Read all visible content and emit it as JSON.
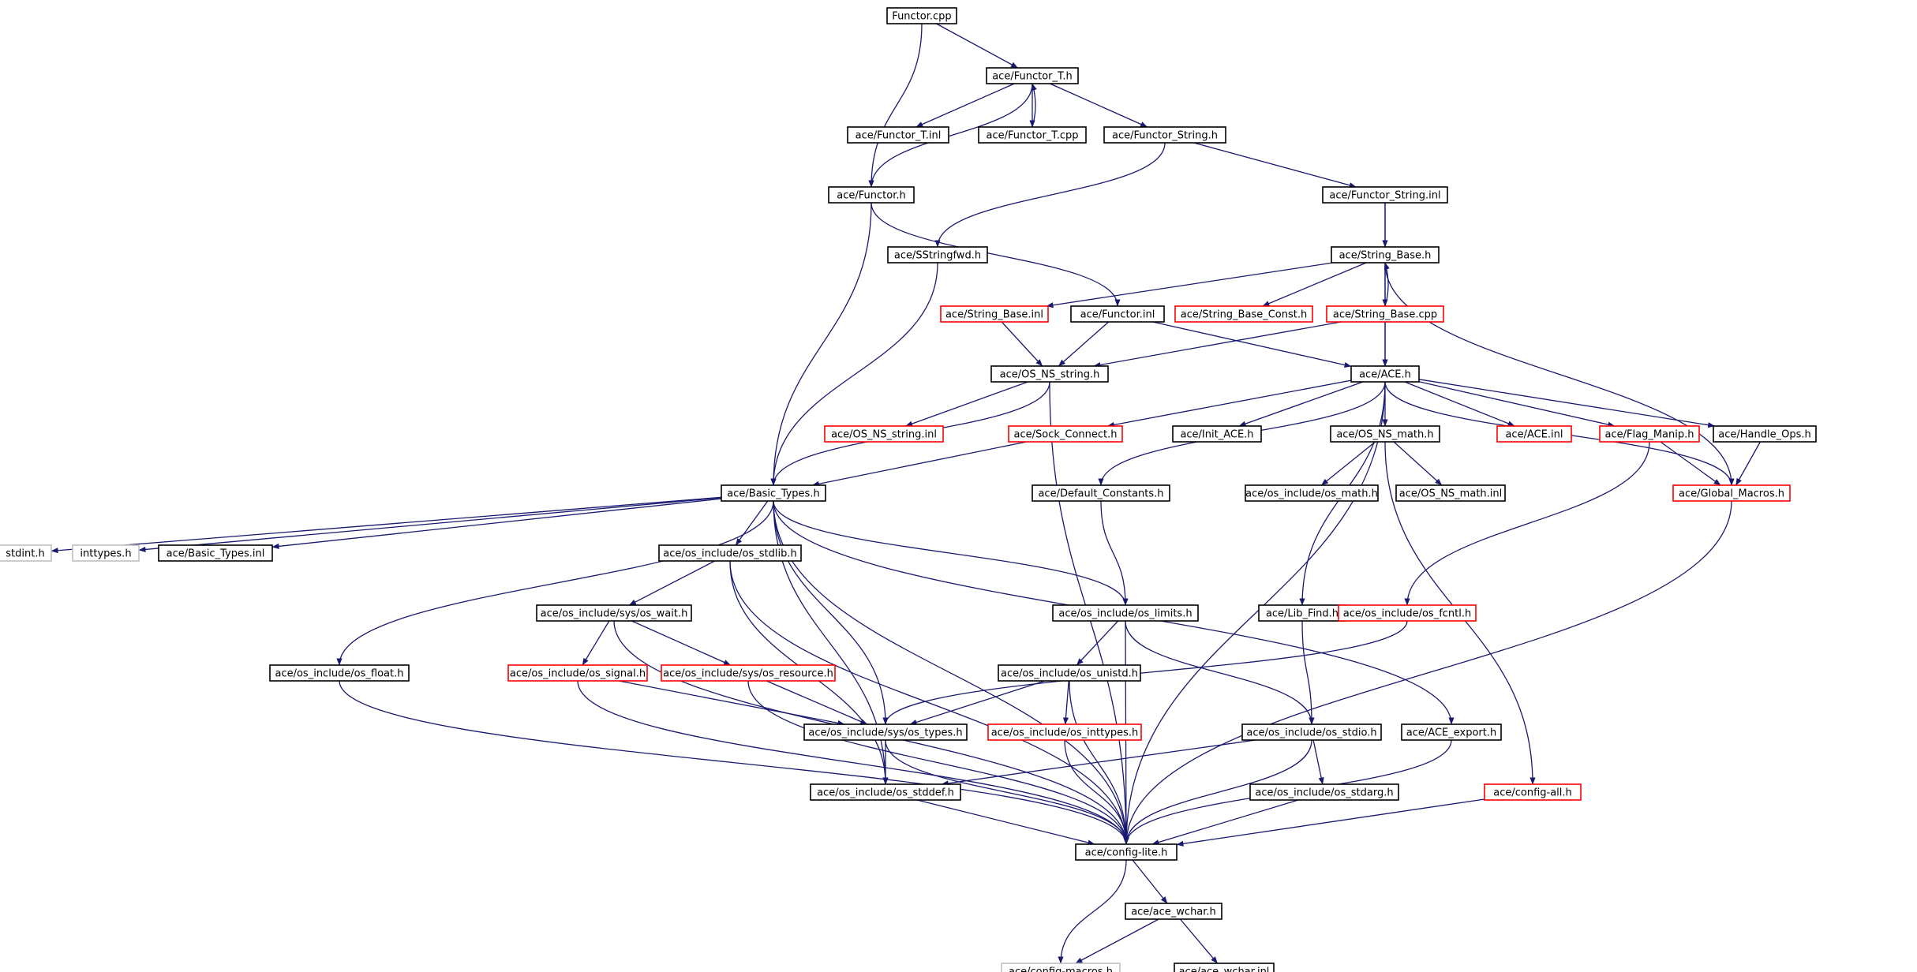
{
  "colors": {
    "edge": "#191970",
    "border_normal": "#000000",
    "border_truncated": "#ff0000",
    "border_external": "#bfbfbf",
    "fill_root": "#bfbfbf",
    "fill_default": "#ffffff"
  },
  "nodes": [
    {
      "id": "functor_cpp",
      "label": "Functor.cpp",
      "kind": "root"
    },
    {
      "id": "functor_t_h",
      "label": "ace/Functor_T.h",
      "kind": "normal"
    },
    {
      "id": "functor_t_inl",
      "label": "ace/Functor_T.inl",
      "kind": "normal"
    },
    {
      "id": "functor_t_cpp",
      "label": "ace/Functor_T.cpp",
      "kind": "normal"
    },
    {
      "id": "functor_string_h",
      "label": "ace/Functor_String.h",
      "kind": "normal"
    },
    {
      "id": "functor_h",
      "label": "ace/Functor.h",
      "kind": "normal"
    },
    {
      "id": "functor_string_inl",
      "label": "ace/Functor_String.inl",
      "kind": "normal"
    },
    {
      "id": "sstringfwd_h",
      "label": "ace/SStringfwd.h",
      "kind": "normal"
    },
    {
      "id": "string_base_h",
      "label": "ace/String_Base.h",
      "kind": "normal"
    },
    {
      "id": "string_base_inl",
      "label": "ace/String_Base.inl",
      "kind": "truncated"
    },
    {
      "id": "functor_inl",
      "label": "ace/Functor.inl",
      "kind": "normal"
    },
    {
      "id": "string_base_const_h",
      "label": "ace/String_Base_Const.h",
      "kind": "truncated"
    },
    {
      "id": "string_base_cpp",
      "label": "ace/String_Base.cpp",
      "kind": "truncated"
    },
    {
      "id": "os_ns_string_h",
      "label": "ace/OS_NS_string.h",
      "kind": "normal"
    },
    {
      "id": "ace_h",
      "label": "ace/ACE.h",
      "kind": "normal"
    },
    {
      "id": "os_ns_string_inl",
      "label": "ace/OS_NS_string.inl",
      "kind": "truncated"
    },
    {
      "id": "sock_connect_h",
      "label": "ace/Sock_Connect.h",
      "kind": "truncated"
    },
    {
      "id": "init_ace_h",
      "label": "ace/Init_ACE.h",
      "kind": "normal"
    },
    {
      "id": "os_ns_math_h",
      "label": "ace/OS_NS_math.h",
      "kind": "normal"
    },
    {
      "id": "ace_inl",
      "label": "ace/ACE.inl",
      "kind": "truncated"
    },
    {
      "id": "flag_manip_h",
      "label": "ace/Flag_Manip.h",
      "kind": "truncated"
    },
    {
      "id": "handle_ops_h",
      "label": "ace/Handle_Ops.h",
      "kind": "normal"
    },
    {
      "id": "basic_types_h",
      "label": "ace/Basic_Types.h",
      "kind": "normal"
    },
    {
      "id": "default_constants_h",
      "label": "ace/Default_Constants.h",
      "kind": "normal"
    },
    {
      "id": "os_include_os_math_h",
      "label": "ace/os_include/os_math.h",
      "kind": "normal"
    },
    {
      "id": "os_ns_math_inl",
      "label": "ace/OS_NS_math.inl",
      "kind": "normal"
    },
    {
      "id": "global_macros_h",
      "label": "ace/Global_Macros.h",
      "kind": "truncated"
    },
    {
      "id": "stdint_h",
      "label": "stdint.h",
      "kind": "external"
    },
    {
      "id": "inttypes_h",
      "label": "inttypes.h",
      "kind": "external"
    },
    {
      "id": "basic_types_inl",
      "label": "ace/Basic_Types.inl",
      "kind": "normal"
    },
    {
      "id": "os_stdlib_h",
      "label": "ace/os_include/os_stdlib.h",
      "kind": "normal"
    },
    {
      "id": "os_wait_h",
      "label": "ace/os_include/sys/os_wait.h",
      "kind": "normal"
    },
    {
      "id": "os_limits_h",
      "label": "ace/os_include/os_limits.h",
      "kind": "normal"
    },
    {
      "id": "lib_find_h",
      "label": "ace/Lib_Find.h",
      "kind": "normal"
    },
    {
      "id": "os_fcntl_h",
      "label": "ace/os_include/os_fcntl.h",
      "kind": "truncated"
    },
    {
      "id": "os_float_h",
      "label": "ace/os_include/os_float.h",
      "kind": "normal"
    },
    {
      "id": "os_signal_h",
      "label": "ace/os_include/os_signal.h",
      "kind": "truncated"
    },
    {
      "id": "os_resource_h",
      "label": "ace/os_include/sys/os_resource.h",
      "kind": "truncated"
    },
    {
      "id": "os_unistd_h",
      "label": "ace/os_include/os_unistd.h",
      "kind": "normal"
    },
    {
      "id": "os_types_h",
      "label": "ace/os_include/sys/os_types.h",
      "kind": "normal"
    },
    {
      "id": "os_inttypes_h",
      "label": "ace/os_include/os_inttypes.h",
      "kind": "truncated"
    },
    {
      "id": "os_stdio_h",
      "label": "ace/os_include/os_stdio.h",
      "kind": "normal"
    },
    {
      "id": "ace_export_h",
      "label": "ace/ACE_export.h",
      "kind": "normal"
    },
    {
      "id": "os_stddef_h",
      "label": "ace/os_include/os_stddef.h",
      "kind": "normal"
    },
    {
      "id": "os_stdarg_h",
      "label": "ace/os_include/os_stdarg.h",
      "kind": "normal"
    },
    {
      "id": "config_all_h",
      "label": "ace/config-all.h",
      "kind": "truncated"
    },
    {
      "id": "config_lite_h",
      "label": "ace/config-lite.h",
      "kind": "normal"
    },
    {
      "id": "ace_wchar_h",
      "label": "ace/ace_wchar.h",
      "kind": "normal"
    },
    {
      "id": "config_macros_h",
      "label": "ace/config-macros.h",
      "kind": "external"
    },
    {
      "id": "ace_wchar_inl",
      "label": "ace/ace_wchar.inl",
      "kind": "normal"
    }
  ],
  "edges": [
    [
      "functor_cpp",
      "functor_t_h"
    ],
    [
      "functor_cpp",
      "functor_h"
    ],
    [
      "functor_t_h",
      "functor_t_inl"
    ],
    [
      "functor_t_h",
      "functor_t_cpp"
    ],
    [
      "functor_t_cpp",
      "functor_t_h"
    ],
    [
      "functor_t_h",
      "functor_string_h"
    ],
    [
      "functor_t_h",
      "functor_h"
    ],
    [
      "functor_string_h",
      "functor_string_inl"
    ],
    [
      "functor_string_h",
      "sstringfwd_h"
    ],
    [
      "functor_h",
      "basic_types_h"
    ],
    [
      "functor_h",
      "functor_inl"
    ],
    [
      "functor_string_inl",
      "string_base_h"
    ],
    [
      "functor_string_inl",
      "ace_h"
    ],
    [
      "sstringfwd_h",
      "basic_types_h"
    ],
    [
      "string_base_h",
      "string_base_inl"
    ],
    [
      "string_base_h",
      "string_base_const_h"
    ],
    [
      "string_base_h",
      "string_base_cpp"
    ],
    [
      "string_base_cpp",
      "string_base_h"
    ],
    [
      "string_base_h",
      "global_macros_h"
    ],
    [
      "string_base_inl",
      "os_ns_string_h"
    ],
    [
      "functor_inl",
      "os_ns_string_h"
    ],
    [
      "functor_inl",
      "ace_h"
    ],
    [
      "string_base_cpp",
      "os_ns_string_h"
    ],
    [
      "string_base_cpp",
      "ace_h"
    ],
    [
      "os_ns_string_h",
      "os_ns_string_inl"
    ],
    [
      "os_ns_string_h",
      "basic_types_h"
    ],
    [
      "os_ns_string_h",
      "config_lite_h"
    ],
    [
      "ace_h",
      "sock_connect_h"
    ],
    [
      "ace_h",
      "init_ace_h"
    ],
    [
      "ace_h",
      "os_ns_math_h"
    ],
    [
      "ace_h",
      "ace_inl"
    ],
    [
      "ace_h",
      "flag_manip_h"
    ],
    [
      "ace_h",
      "handle_ops_h"
    ],
    [
      "ace_h",
      "default_constants_h"
    ],
    [
      "ace_h",
      "lib_find_h"
    ],
    [
      "ace_h",
      "config_lite_h"
    ],
    [
      "ace_h",
      "global_macros_h"
    ],
    [
      "sock_connect_h",
      "basic_types_h"
    ],
    [
      "os_ns_math_h",
      "os_include_os_math_h"
    ],
    [
      "os_ns_math_h",
      "os_ns_math_inl"
    ],
    [
      "os_ns_math_h",
      "config_all_h"
    ],
    [
      "flag_manip_h",
      "global_macros_h"
    ],
    [
      "flag_manip_h",
      "os_fcntl_h"
    ],
    [
      "handle_ops_h",
      "global_macros_h"
    ],
    [
      "global_macros_h",
      "config_lite_h"
    ],
    [
      "default_constants_h",
      "os_limits_h"
    ],
    [
      "basic_types_h",
      "stdint_h"
    ],
    [
      "basic_types_h",
      "inttypes_h"
    ],
    [
      "basic_types_h",
      "basic_types_inl"
    ],
    [
      "basic_types_h",
      "os_stdlib_h"
    ],
    [
      "basic_types_h",
      "os_float_h"
    ],
    [
      "basic_types_h",
      "os_limits_h"
    ],
    [
      "basic_types_h",
      "os_types_h"
    ],
    [
      "basic_types_h",
      "os_stddef_h"
    ],
    [
      "basic_types_h",
      "ace_export_h"
    ],
    [
      "basic_types_h",
      "config_lite_h"
    ],
    [
      "os_stdlib_h",
      "os_wait_h"
    ],
    [
      "os_stdlib_h",
      "os_stddef_h"
    ],
    [
      "os_stdlib_h",
      "config_lite_h"
    ],
    [
      "os_wait_h",
      "os_signal_h"
    ],
    [
      "os_wait_h",
      "os_resource_h"
    ],
    [
      "os_wait_h",
      "config_lite_h"
    ],
    [
      "os_float_h",
      "config_lite_h"
    ],
    [
      "os_signal_h",
      "os_types_h"
    ],
    [
      "os_signal_h",
      "config_lite_h"
    ],
    [
      "os_resource_h",
      "os_types_h"
    ],
    [
      "os_resource_h",
      "config_lite_h"
    ],
    [
      "os_limits_h",
      "os_unistd_h"
    ],
    [
      "os_limits_h",
      "os_stdio_h"
    ],
    [
      "os_limits_h",
      "config_lite_h"
    ],
    [
      "lib_find_h",
      "os_stdio_h"
    ],
    [
      "os_fcntl_h",
      "os_types_h"
    ],
    [
      "os_unistd_h",
      "os_types_h"
    ],
    [
      "os_unistd_h",
      "os_inttypes_h"
    ],
    [
      "os_unistd_h",
      "config_lite_h"
    ],
    [
      "os_types_h",
      "os_stddef_h"
    ],
    [
      "os_types_h",
      "config_lite_h"
    ],
    [
      "os_inttypes_h",
      "config_lite_h"
    ],
    [
      "os_stdio_h",
      "os_stddef_h"
    ],
    [
      "os_stdio_h",
      "os_stdarg_h"
    ],
    [
      "os_stdio_h",
      "config_lite_h"
    ],
    [
      "ace_export_h",
      "config_lite_h"
    ],
    [
      "os_stddef_h",
      "config_lite_h"
    ],
    [
      "os_stdarg_h",
      "config_lite_h"
    ],
    [
      "config_all_h",
      "config_lite_h"
    ],
    [
      "config_lite_h",
      "ace_wchar_h"
    ],
    [
      "config_lite_h",
      "config_macros_h"
    ],
    [
      "ace_wchar_h",
      "config_macros_h"
    ],
    [
      "ace_wchar_h",
      "ace_wchar_inl"
    ]
  ]
}
